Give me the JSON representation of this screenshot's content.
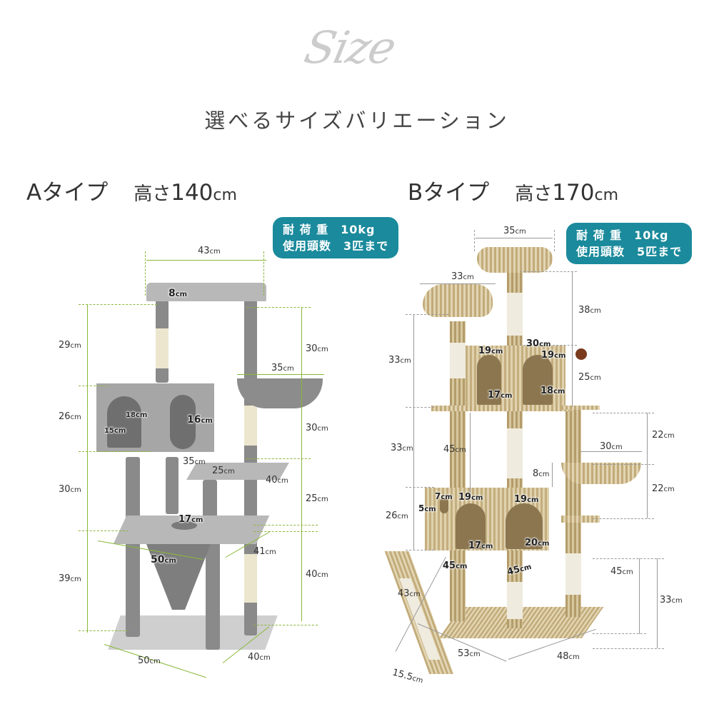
{
  "header": {
    "script_title": "Size",
    "subtitle": "選べるサイズバリエーション"
  },
  "colors": {
    "badge_bg": "#1a8a9c",
    "dimension_green": "#8ab83a",
    "dimension_gray": "#999999",
    "script_gray": "#cccccc"
  },
  "type_a": {
    "name": "Aタイプ",
    "height_prefix": "高さ",
    "height_value": "140",
    "height_unit": "cm",
    "badge": {
      "line1": "耐 荷 重　10kg",
      "line2": "使用頭数　3匹まで"
    },
    "dimensions": {
      "top_width": "43",
      "top_depth": "8",
      "left_h1": "29",
      "left_h2": "26",
      "left_h3": "30",
      "left_h4": "39",
      "right_h1": "30",
      "right_h2": "30",
      "right_h3": "25",
      "right_h4": "40",
      "hammock_width": "35",
      "box_hole_h": "18",
      "box_hole_w": "15",
      "box_hole2_h": "16",
      "box_depth": "35",
      "step_w": "25",
      "step_d": "40",
      "mid_hole": "17",
      "mid_w": "50",
      "mid_d": "41",
      "base_w": "50",
      "base_d": "40"
    }
  },
  "type_b": {
    "name": "Bタイプ",
    "height_prefix": "高さ",
    "height_value": "170",
    "height_unit": "cm",
    "badge": {
      "line1": "耐 荷 重　10kg",
      "line2": "使用頭数　5匹まで"
    },
    "dimensions": {
      "top_w": "35",
      "second_w": "33",
      "right_h1": "38",
      "right_h2": "25",
      "left_h1": "33",
      "left_h2": "33",
      "left_h3": "26",
      "upper_box_hole1_w": "19",
      "upper_box_hole1_d": "17",
      "upper_box_w": "30",
      "upper_box_hole2_w": "19",
      "upper_box_hole2_d": "18",
      "mid_45": "45",
      "hammock_w": "30",
      "hammock_h": "8",
      "hammock_r1": "22",
      "hammock_r2": "22",
      "lower_box_win_h": "7",
      "lower_box_win_w": "5",
      "lower_box_hole1": "19",
      "lower_box_hole1_d": "17",
      "lower_box_hole2": "19",
      "lower_box_hole2_d": "20",
      "lower_box_w": "45",
      "lower_box_d": "45",
      "right_45": "45",
      "right_33": "33",
      "ramp_len": "43",
      "ramp_w": "15.5",
      "base_w": "53",
      "base_d": "48"
    }
  },
  "unit": "cm"
}
